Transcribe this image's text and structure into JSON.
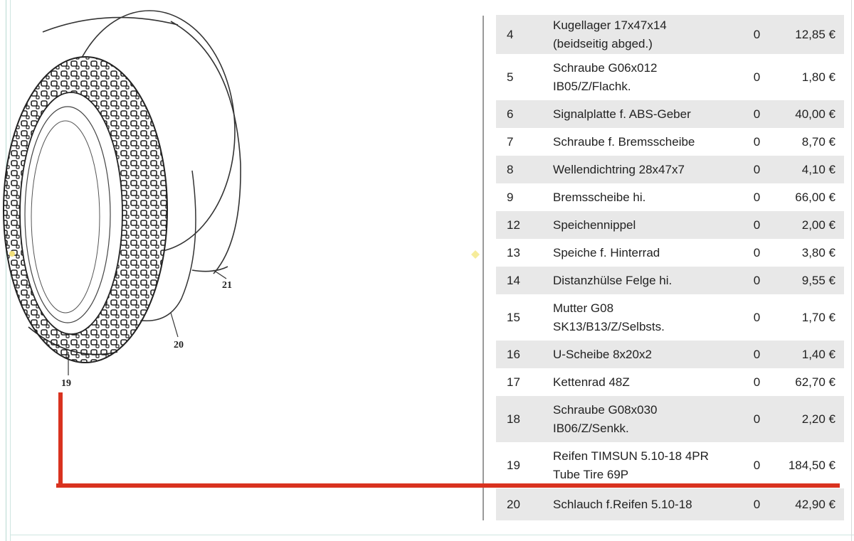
{
  "diagram": {
    "callouts": [
      "21",
      "20",
      "19"
    ]
  },
  "colors": {
    "highlight_line": "#d9321f",
    "row_shaded": "#e8e8e8"
  },
  "parts": [
    {
      "pos": "4",
      "lines": [
        "Kugellager 17x47x14",
        "(beidseitig abged.)"
      ],
      "qty": "0",
      "price": "12,85 €"
    },
    {
      "pos": "5",
      "lines": [
        "Schraube G06x012",
        "IB05/Z/Flachk."
      ],
      "qty": "0",
      "price": "1,80 €"
    },
    {
      "pos": "6",
      "lines": [
        "Signalplatte f. ABS-Geber"
      ],
      "qty": "0",
      "price": "40,00 €"
    },
    {
      "pos": "7",
      "lines": [
        "Schraube f. Bremsscheibe"
      ],
      "qty": "0",
      "price": "8,70 €"
    },
    {
      "pos": "8",
      "lines": [
        "Wellendichtring 28x47x7"
      ],
      "qty": "0",
      "price": "4,10 €"
    },
    {
      "pos": "9",
      "lines": [
        "Bremsscheibe hi."
      ],
      "qty": "0",
      "price": "66,00 €"
    },
    {
      "pos": "12",
      "lines": [
        "Speichennippel"
      ],
      "qty": "0",
      "price": "2,00 €"
    },
    {
      "pos": "13",
      "lines": [
        "Speiche f. Hinterrad"
      ],
      "qty": "0",
      "price": "3,80 €"
    },
    {
      "pos": "14",
      "lines": [
        "Distanzhülse Felge hi."
      ],
      "qty": "0",
      "price": "9,55 €"
    },
    {
      "pos": "15",
      "lines": [
        "Mutter G08",
        "SK13/B13/Z/Selbsts."
      ],
      "qty": "0",
      "price": "1,70 €"
    },
    {
      "pos": "16",
      "lines": [
        "U-Scheibe 8x20x2"
      ],
      "qty": "0",
      "price": "1,40 €"
    },
    {
      "pos": "17",
      "lines": [
        "Kettenrad 48Z"
      ],
      "qty": "0",
      "price": "62,70 €"
    },
    {
      "pos": "18",
      "lines": [
        "Schraube G08x030",
        "IB06/Z/Senkk."
      ],
      "qty": "0",
      "price": "2,20 €"
    },
    {
      "pos": "19",
      "lines": [
        "Reifen TIMSUN 5.10-18 4PR",
        "Tube Tire 69P"
      ],
      "qty": "0",
      "price": "184,50 €"
    },
    {
      "pos": "20",
      "lines": [
        "Schlauch f.Reifen 5.10-18"
      ],
      "qty": "0",
      "price": "42,90 €"
    }
  ]
}
